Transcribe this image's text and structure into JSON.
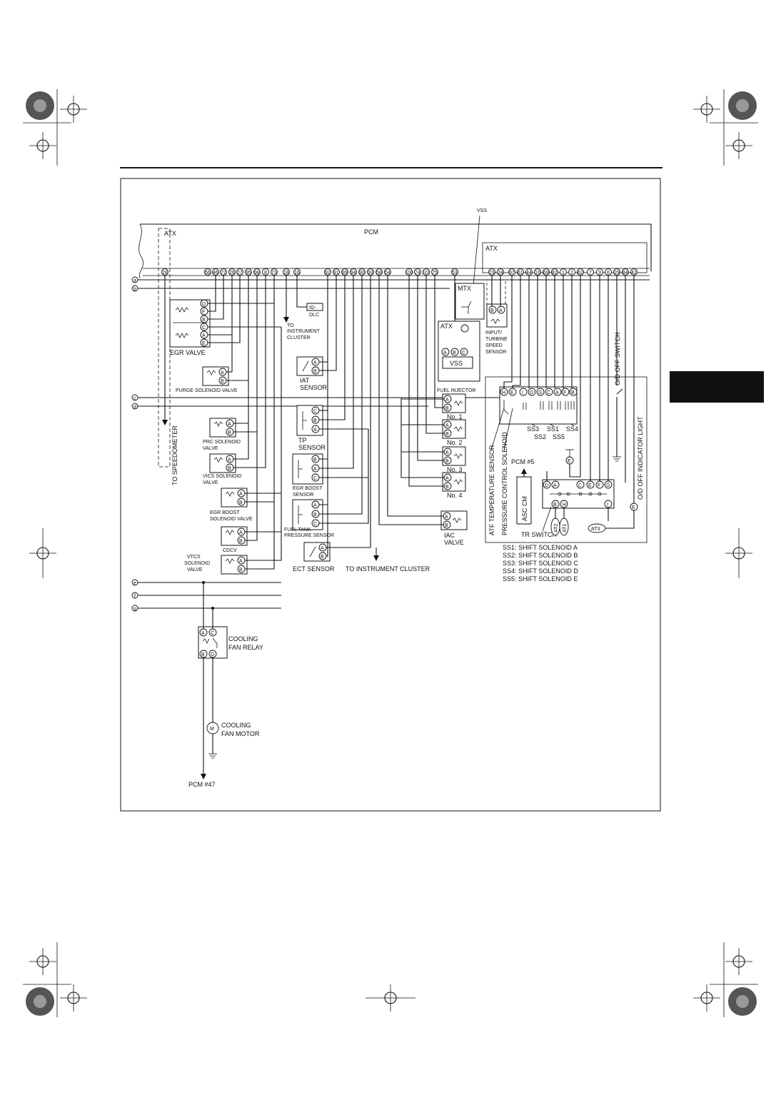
{
  "pcm": {
    "title": "PCM",
    "atx_left": "ATX",
    "atx_right": "ATX",
    "vss_top": "VSS"
  },
  "bus": {
    "a": "a",
    "b": "b",
    "c": "c",
    "d": "d",
    "e": "e",
    "f": "f",
    "g": "g"
  },
  "labels": {
    "ig_dlc_1": "IG-",
    "ig_dlc_2": "DLC",
    "to_cluster_1": "TO",
    "to_cluster_2": "INSTRUMENT",
    "to_cluster_3": "CLUSTER",
    "egr_valve": "EGR VALVE",
    "purge": "PURGE SOLENOID VALVE",
    "iat_1": "IAT",
    "iat_2": "SENSOR",
    "prc_1": "PRC SOLENOID",
    "prc_2": "VALVE",
    "tp_1": "TP",
    "tp_2": "SENSOR",
    "vics_1": "VICS SOLENOID",
    "vics_2": "VALVE",
    "egr_boost_sensor_1": "EGR BOOST",
    "egr_boost_sensor_2": "SENSOR",
    "egr_boost_sol_1": "EGR BOOST",
    "egr_boost_sol_2": "SOLENOID VALVE",
    "fuel_tank_1": "FUEL TANK",
    "fuel_tank_2": "PRESSURE SENSOR",
    "cdcv": "CDCV",
    "vtcs_1": "VTCS",
    "vtcs_2": "SOLENOID",
    "vtcs_3": "VALVE",
    "ect": "ECT SENSOR",
    "to_cluster_bottom": "TO INSTRUMENT CLUSTER",
    "to_speedometer": "TO SPEEDOMETER",
    "mtx": "MTX",
    "atx_vss": "ATX",
    "vss_box": "VSS",
    "input_1": "INPUT/",
    "input_2": "TURBINE",
    "input_3": "SPEED",
    "input_4": "SENSOR",
    "fuel_injector": "FUEL INJECTOR",
    "inj_1": "No. 1",
    "inj_2": "No. 2",
    "inj_3": "No. 3",
    "inj_4": "No. 4",
    "iac_1": "IAC",
    "iac_2": "VALVE",
    "ss3": "SS3",
    "ss1": "SS1",
    "ss4": "SS4",
    "ss2": "SS2",
    "ss5": "SS5",
    "atf_temp": "ATF TEMPERATURE SENSOR",
    "pcs": "PRESSURE CONTROL SOLENOID",
    "od_switch": "O/D OFF SWITCH",
    "od_light": "O/D OFF INDICATOR LIGHT",
    "pcm5": "PCM #5",
    "ascm": "ASC CM",
    "tr_switch": "TR SWITCH",
    "at1": "AT1",
    "at2": "AT2",
    "at3": "AT3",
    "cooling_relay_1": "COOLING",
    "cooling_relay_2": "FAN RELAY",
    "cooling_motor_1": "COOLING",
    "cooling_motor_2": "FAN MOTOR",
    "pcm47": "PCM #47",
    "motor_m": "M"
  },
  "legend": [
    "SS1: SHIFT SOLENOID A",
    "SS2: SHIFT SOLENOID B",
    "SS3: SHIFT SOLENOID C",
    "SS4: SHIFT SOLENOID D",
    "SS5: SHIFT SOLENOID E"
  ],
  "pins": {
    "p28": "28",
    "p56": "56",
    "p46": "46",
    "p72": "72",
    "p26": "26",
    "p27": "27",
    "p95": "95",
    "p98": "98",
    "p8": "8",
    "p73": "73",
    "p18": "18",
    "p16": "16",
    "p92": "92",
    "p91": "91",
    "p89": "89",
    "p94": "94",
    "p90": "90",
    "p93": "93",
    "p58": "58",
    "p54": "54",
    "p100": "100",
    "p74": "74",
    "p101": "101",
    "p75": "75",
    "p53": "53",
    "p23": "23",
    "p24": "24",
    "p97": "97",
    "p61": "61",
    "p44": "44",
    "p10": "10",
    "p69": "69",
    "p82": "82",
    "p1": "1",
    "p2": "2",
    "p62": "62",
    "p7": "7",
    "p9": "9",
    "p6": "6",
    "p29": "29",
    "p84": "84",
    "p42": "42"
  }
}
